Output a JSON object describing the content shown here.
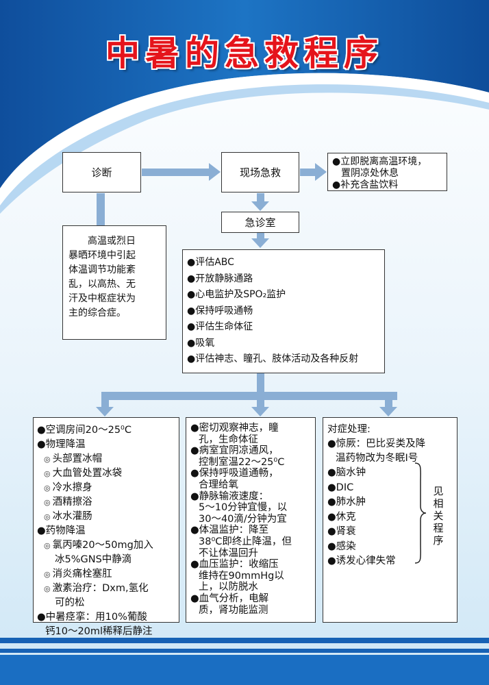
{
  "title": "中暑的急救程序",
  "colors": {
    "title": "#e5141b",
    "arrow": "#8aaed4",
    "band": "#1762b5"
  },
  "diagnosis": {
    "label": "诊断",
    "definition": [
      "高温或烈日",
      "暴晒环境中引起",
      "体温调节功能紊",
      "乱，以高热、无",
      "汗及中枢症状为",
      "主的综合症。"
    ]
  },
  "onsite": {
    "label": "现场急救",
    "actions": [
      "●立即脱离高温环境，",
      "置阴凉处休息",
      "●补充含盐饮料"
    ]
  },
  "er": {
    "label": "急诊室"
  },
  "assess": {
    "items": [
      "●评估ABC",
      "●开放静脉通路",
      "●心电监护及SPO₂监护",
      "●保持呼吸通畅",
      "●评估生命体征",
      "●吸氧",
      "●评估神志、瞳孔、肢体活动及各种反射"
    ]
  },
  "cooling": {
    "l1": "●空调房间20～25⁰C",
    "l2": "●物理降温",
    "l3": "头部置冰帽",
    "l4": "大血管处置冰袋",
    "l5": "冷水擦身",
    "l6": "酒精擦浴",
    "l7": "冰水灌肠",
    "l8": "●药物降温",
    "l9": "氯丙嗪20～50mg加入",
    "l10": "冰5%GNS中静滴",
    "l11": "消炎痛栓塞肛",
    "l12": "激素治疗：Dxm,氢化",
    "l13": "可的松",
    "l14": "●中暑痉挛：用10%葡酸",
    "l15": "钙10～20ml稀释后静注"
  },
  "monitor": {
    "l1": "●密切观察神志，瞳",
    "l2": "孔，生命体征",
    "l3": "●病室宜阴凉通风，",
    "l4": "控制室温22～25⁰C",
    "l5": "●保持呼吸道通畅，",
    "l6": "合理给氧",
    "l7": "●静脉输液速度：",
    "l8": "5～10分钟宜慢，以",
    "l9": "30～40滴/分钟为宜",
    "l10": "●体温监护：降至",
    "l11": "38⁰C即终止降温，但",
    "l12": "不让体温回升",
    "l13": "●血压监护：收缩压",
    "l14": "维持在90mmHg以",
    "l15": "上，以防脱水",
    "l16": "●血气分析，电解",
    "l17": "质，肾功能监测"
  },
  "symptomatic": {
    "heading": "对症处理:",
    "l1": "●惊厥：巴比妥类及降",
    "l2": "温药物改为冬眠Ⅰ号",
    "items": [
      "●脑水钟",
      "●DIC",
      "●肺水肿",
      "●休克",
      "●肾衰",
      "●感染",
      "●诱发心律失常"
    ],
    "note": [
      "见",
      "相",
      "关",
      "程",
      "序"
    ]
  }
}
